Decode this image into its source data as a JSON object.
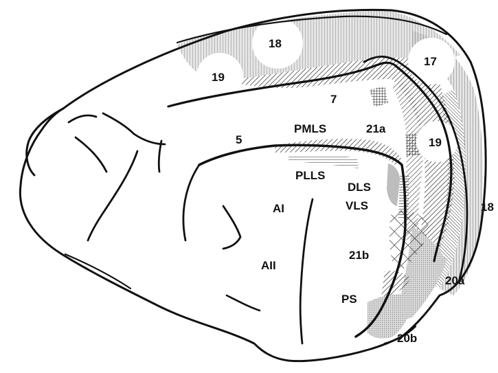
{
  "diagram": {
    "labels": {
      "a18_top": "18",
      "a19_top": "19",
      "a17": "17",
      "a7": "7",
      "a19_right": "19",
      "a5": "5",
      "pmls": "PMLS",
      "a21a": "21a",
      "plls": "PLLS",
      "dls": "DLS",
      "vls": "VLS",
      "ai": "AI",
      "aii": "AII",
      "a21b": "21b",
      "ps": "PS",
      "a18_right": "18",
      "a20a": "20a",
      "a20b": "20b"
    }
  }
}
